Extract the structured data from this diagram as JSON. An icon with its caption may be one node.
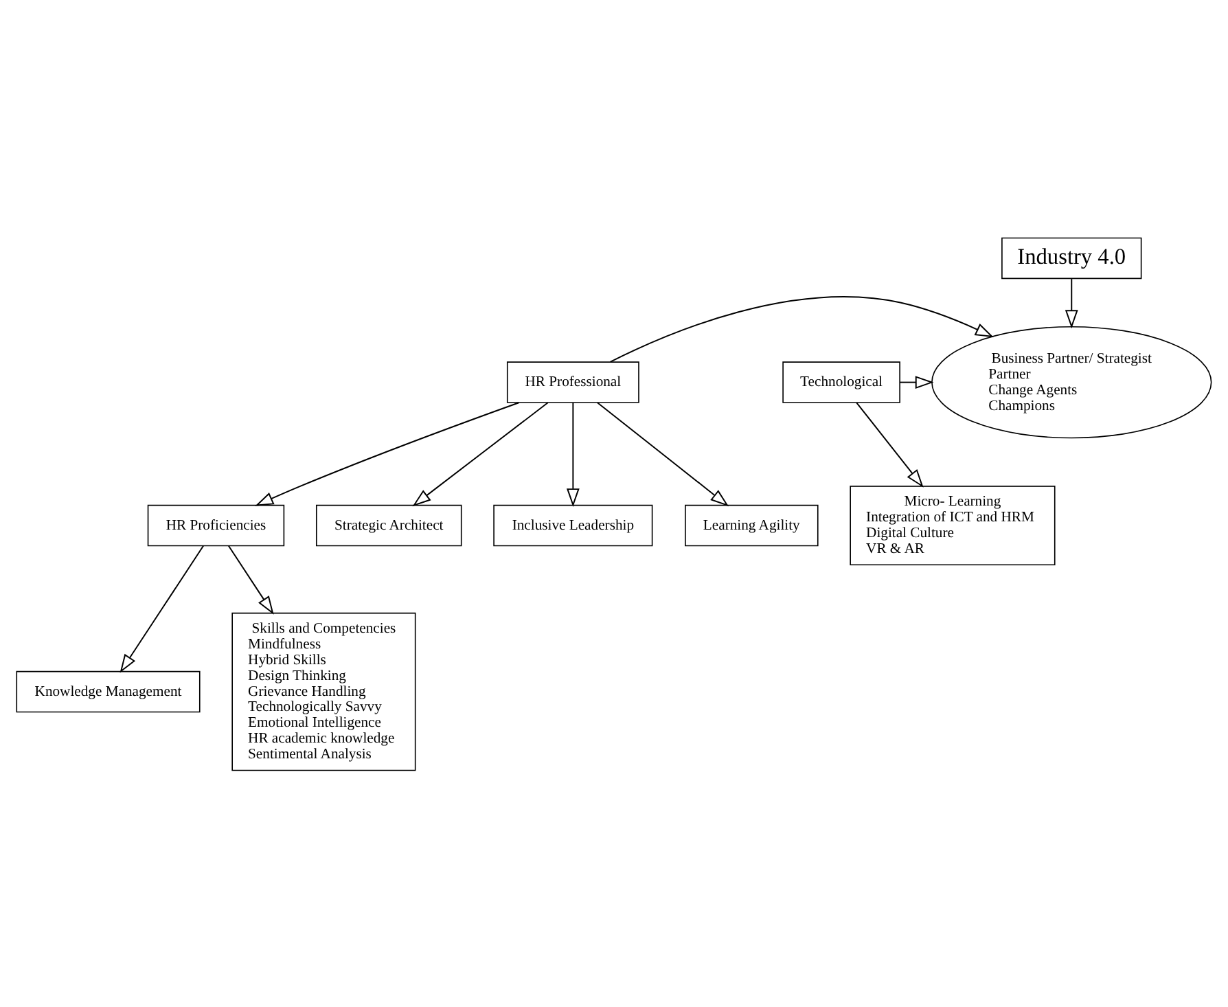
{
  "diagram": {
    "nodes": [
      {
        "text": [
          "Industry 4.0"
        ]
      },
      {
        "text": [
          "Business Partner/ Strategist",
          "Partner",
          "Change Agents",
          "Champions"
        ]
      },
      {
        "text": [
          "HR Professional"
        ]
      },
      {
        "text": [
          "Technological"
        ]
      },
      {
        "text": [
          "HR Proficiencies"
        ]
      },
      {
        "text": [
          "Strategic Architect"
        ]
      },
      {
        "text": [
          "Inclusive Leadership"
        ]
      },
      {
        "text": [
          "Learning Agility"
        ]
      },
      {
        "text": [
          "Knowledge Management"
        ]
      },
      {
        "text": [
          "Skills and Competencies",
          "Mindfulness",
          "Hybrid Skills",
          "Design Thinking",
          "Grievance Handling",
          "Technologically Savvy",
          "Emotional Intelligence",
          "HR academic knowledge",
          "Sentimental Analysis"
        ]
      },
      {
        "text": [
          "Micro- Learning",
          "Integration of ICT and HRM",
          "Digital Culture",
          "VR & AR"
        ]
      }
    ],
    "edges": [
      {
        "from": 0,
        "to": 1,
        "arrow": "to"
      },
      {
        "from": 2,
        "to": 1,
        "arrow": "to"
      },
      {
        "from": 3,
        "to": 1,
        "arrow": "to"
      },
      {
        "from": 2,
        "to": 4,
        "arrow": "to"
      },
      {
        "from": 2,
        "to": 5,
        "arrow": "to"
      },
      {
        "from": 2,
        "to": 6,
        "arrow": "to"
      },
      {
        "from": 2,
        "to": 7,
        "arrow": "to"
      },
      {
        "from": 4,
        "to": 8,
        "arrow": "to"
      },
      {
        "from": 4,
        "to": 9,
        "arrow": "to"
      },
      {
        "from": 3,
        "to": 10,
        "arrow": "to"
      }
    ]
  }
}
